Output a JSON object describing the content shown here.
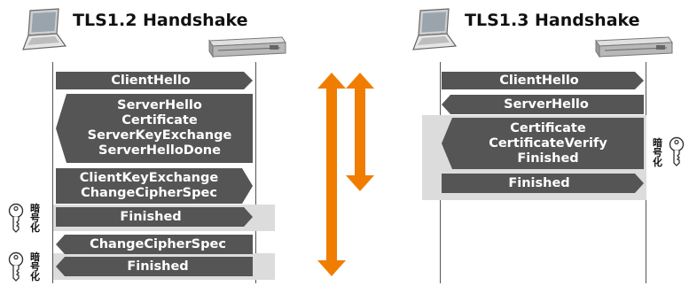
{
  "tls12": {
    "title": "TLS1.2 Handshake",
    "messages": {
      "client_hello": "ClientHello",
      "server_group": [
        "ServerHello",
        "Certificate",
        "ServerKeyExchange",
        "ServerHelloDone"
      ],
      "client_group": [
        "ClientKeyExchange",
        "ChangeCipherSpec"
      ],
      "finished_client": "Finished",
      "change_cipher_server": "ChangeCipherSpec",
      "finished_server": "Finished"
    },
    "encrypted_label": [
      "暗",
      "号",
      "化"
    ]
  },
  "tls13": {
    "title": "TLS1.3 Handshake",
    "messages": {
      "client_hello": "ClientHello",
      "server_hello": "ServerHello",
      "server_group": [
        "Certificate",
        "CertificateVerify",
        "Finished"
      ],
      "finished_client": "Finished"
    },
    "encrypted_label": [
      "暗",
      "号",
      "化"
    ]
  },
  "colors": {
    "message_fill": "#555555",
    "encrypted_band": "#dcdcdc",
    "round_trip_arrow": "#f07d00"
  },
  "icons": [
    "laptop-icon",
    "server-icon",
    "key-icon",
    "round-trip-arrow-icon"
  ]
}
